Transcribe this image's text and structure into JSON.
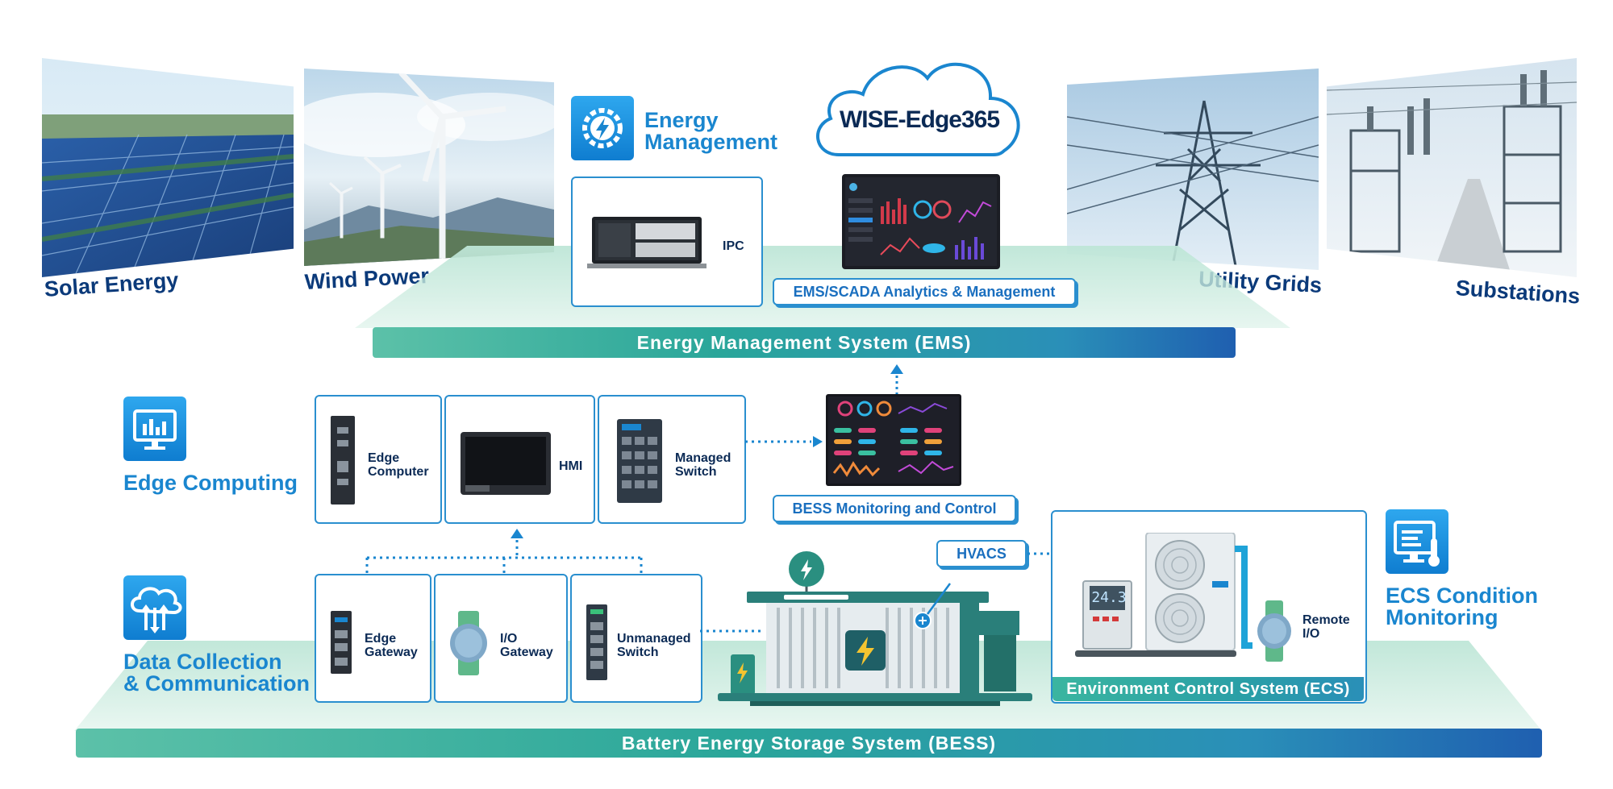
{
  "top_labels": {
    "solar": "Solar Energy",
    "wind": "Wind Power",
    "utility": "Utility Grids",
    "substations": "Substations"
  },
  "energy_management": {
    "line1": "Energy",
    "line2": "Management"
  },
  "cloud": {
    "label": "WISE-Edge365"
  },
  "ipc": {
    "label": "IPC"
  },
  "ems_scada": {
    "label": "EMS/SCADA Analytics & Management"
  },
  "ems_band": {
    "label": "Energy Management System (EMS)"
  },
  "edge_computing": {
    "title": "Edge Computing",
    "devices": [
      {
        "line1": "Edge",
        "line2": "Computer"
      },
      {
        "line1": "HMI",
        "line2": ""
      },
      {
        "line1": "Managed",
        "line2": "Switch"
      }
    ]
  },
  "bess_monitoring": {
    "label": "BESS Monitoring and Control"
  },
  "data_collection": {
    "line1": "Data Collection",
    "line2": "& Communication",
    "devices": [
      {
        "line1": "Edge",
        "line2": "Gateway"
      },
      {
        "line1": "I/O",
        "line2": "Gateway"
      },
      {
        "line1": "Unmanaged",
        "line2": "Switch"
      }
    ]
  },
  "hvacs": {
    "label": "HVACS"
  },
  "thermostat": {
    "display": "24.3"
  },
  "remote_io": {
    "line1": "Remote",
    "line2": "I/O"
  },
  "ecs_band": {
    "label": "Environment Control System (ECS)"
  },
  "ecs_monitoring": {
    "line1": "ECS Condition",
    "line2": "Monitoring"
  },
  "bess_band": {
    "label": "Battery Energy Storage System (BESS)"
  },
  "colors": {
    "brand_blue": "#1a86cf",
    "dark_navy": "#0b3a7a",
    "teal": "#2aa69a",
    "box_border": "#2a8fcf"
  }
}
